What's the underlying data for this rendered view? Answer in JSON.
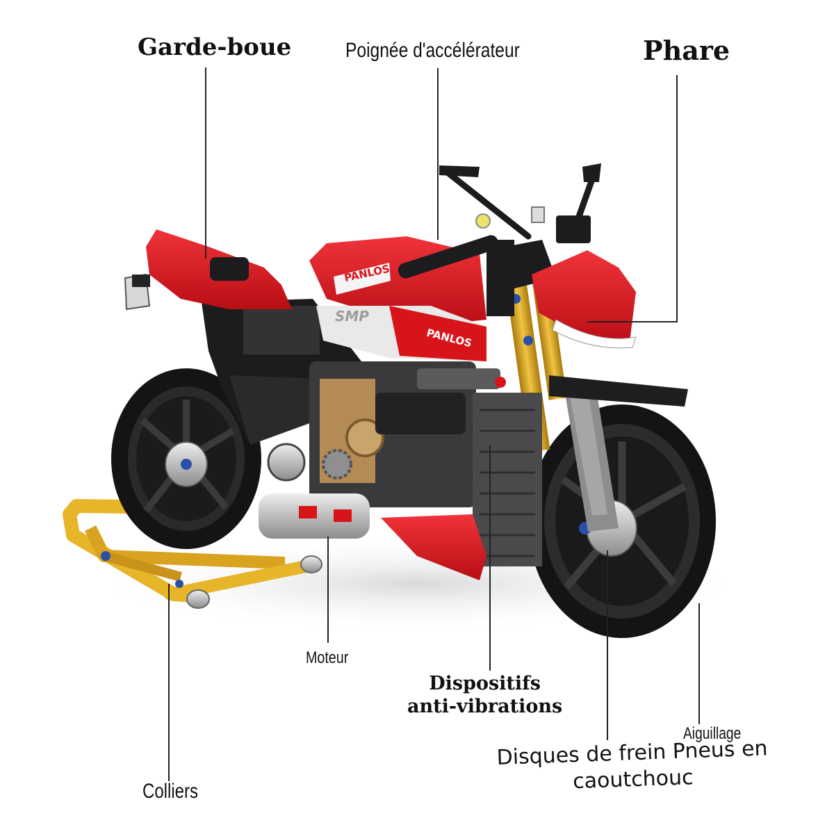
{
  "labels": {
    "garde_boue": "Garde-boue",
    "poignee": "Poignée d'accélérateur",
    "phare": "Phare",
    "moteur": "Moteur",
    "dispositifs_line1": "Dispositifs",
    "dispositifs_line2": "anti-vibrations",
    "aiguillage": "Aiguillage",
    "disques_line1": "Disques de frein Pneus en",
    "disques_line2": "caoutchouc",
    "colliers": "Colliers"
  },
  "bike_decals": {
    "brand_tank": "PANLOS",
    "brand_side": "PANLOS",
    "model": "SMP"
  },
  "colors": {
    "body_red": "#d8141b",
    "frame_black": "#1c1c1e",
    "fork_gold": "#d4a017",
    "stand_yellow": "#e6b52a",
    "tire": "#141414",
    "silver": "#b9b9b9",
    "leader_line": "#222222"
  }
}
